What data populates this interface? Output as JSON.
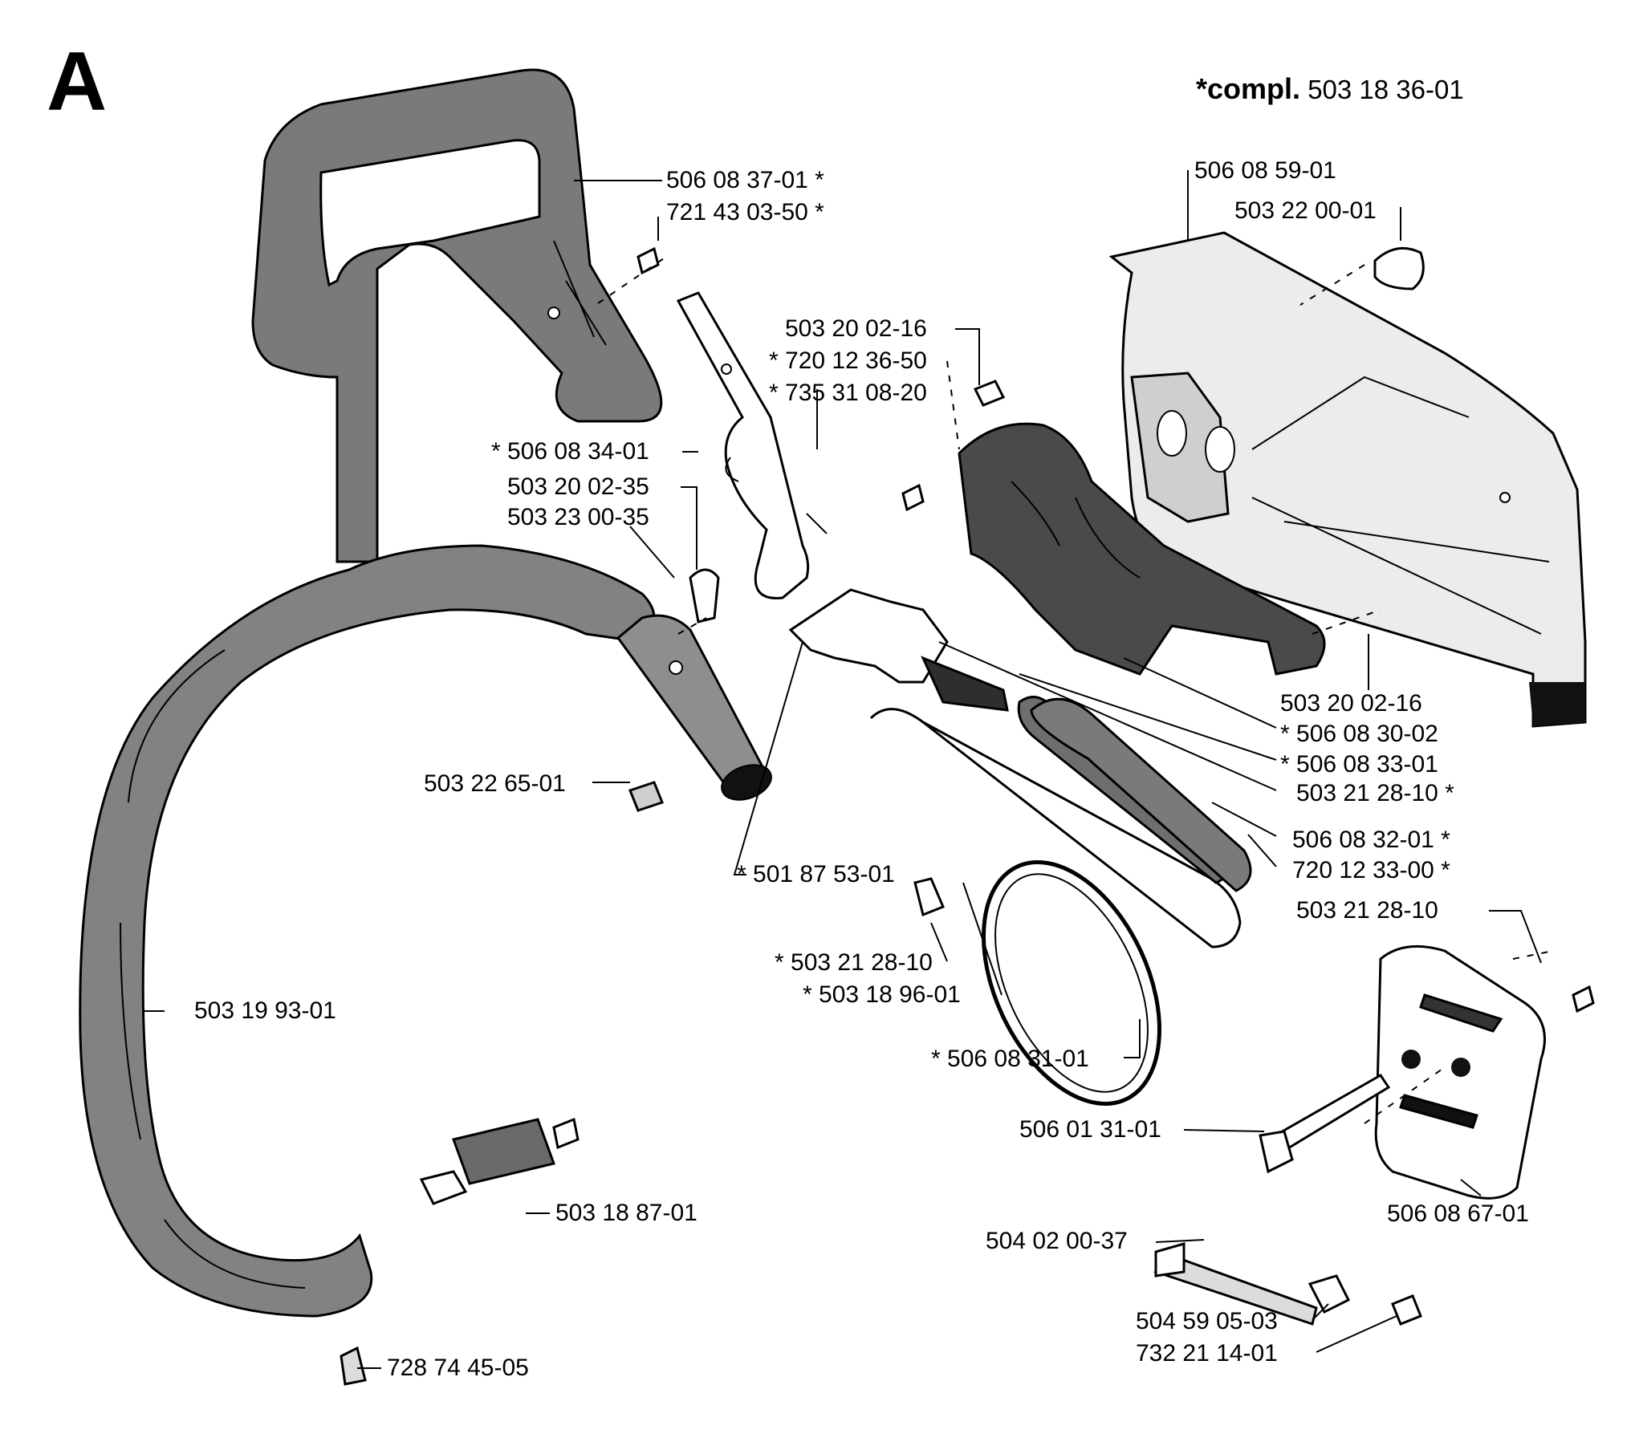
{
  "section_letter": "A",
  "compl_note": {
    "prefix": "*compl.",
    "number": "503 18 36-01"
  },
  "labels": [
    "506 08 37-01 *",
    "721 43 03-50 *",
    "506 08 59-01",
    "503 22 00-01",
    "503 20 02-16",
    "* 720 12 36-50",
    "* 735 31 08-20",
    "* 506 08 34-01",
    "503 20 02-35",
    "503 23 00-35",
    "503 22 65-01",
    "* 501 87 53-01",
    "503 20 02-16",
    "* 506 08 30-02",
    "* 506 08 33-01",
    "503 21 28-10 *",
    "506 08 32-01 *",
    "720 12 33-00 *",
    "503 21 28-10",
    "* 503 21 28-10",
    "* 503 18 96-01",
    "* 506 08 31-01",
    "503 19 93-01",
    "506 01 31-01",
    "506 08 67-01",
    "503 18 87-01",
    "504 02 00-37",
    "504 59 05-03",
    "732 21 14-01",
    "728 74 45-05"
  ]
}
